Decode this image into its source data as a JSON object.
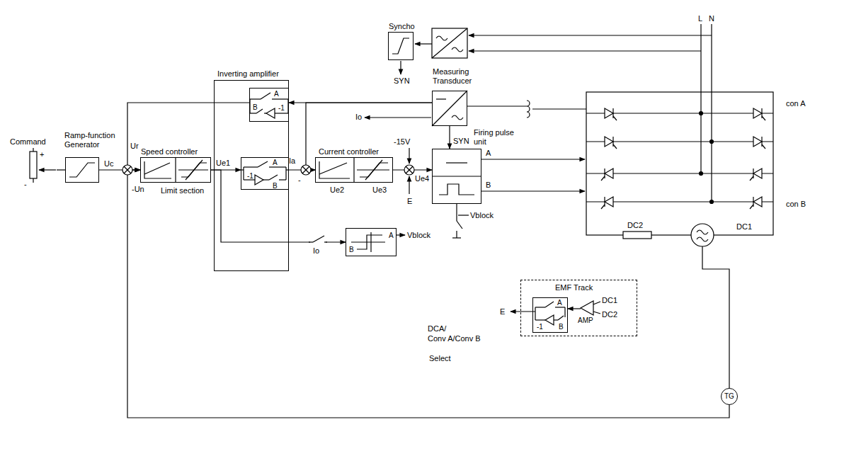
{
  "diagram": {
    "nodes": [
      {
        "text": [
          "Command"
        ]
      },
      {
        "text": [
          "Ramp-function Generator"
        ]
      },
      {
        "text": [
          "Speed controller",
          "Limit section"
        ]
      },
      {
        "text": [
          "Inverting amplifier"
        ]
      },
      {
        "text": [
          "A",
          "B",
          "-1"
        ],
        "in": 3
      },
      {
        "text": [
          "A",
          "-1",
          "B"
        ],
        "in": 3
      },
      {
        "text": [
          "Current controller"
        ]
      },
      {
        "text": [
          "Firing pulse unit"
        ]
      },
      {
        "text": [
          "Syncho"
        ]
      },
      {
        "text": [
          "Measuring Transducer"
        ]
      },
      {
        "text": [
          "A",
          "B"
        ]
      },
      {
        "text": [
          "EMF Track"
        ]
      },
      {
        "text": [
          "A",
          "-1",
          "B"
        ],
        "in": 11
      },
      {
        "text": [
          "AMP"
        ],
        "in": 11
      },
      {
        "text": [
          "TG"
        ]
      }
    ],
    "edges": [
      {
        "from": 0,
        "to": 1,
        "arrow": "none"
      },
      {
        "from": 1,
        "to": 2,
        "arrow": "to"
      },
      {
        "from": 4,
        "to": 2,
        "arrow": "to"
      },
      {
        "from": 14,
        "to": 2,
        "arrow": "to"
      },
      {
        "from": 2,
        "to": 5,
        "arrow": "to"
      },
      {
        "from": 2,
        "to": 10,
        "arrow": "to"
      },
      {
        "from": 9,
        "to": 4,
        "arrow": "to"
      },
      {
        "from": 9,
        "to": 6,
        "arrow": "to"
      },
      {
        "from": 5,
        "to": 6,
        "arrow": "to"
      },
      {
        "from": 6,
        "to": 7,
        "arrow": "to"
      },
      {
        "from": 13,
        "to": 12,
        "arrow": "to"
      },
      {
        "from": 9,
        "to": 7,
        "arrow": "to"
      }
    ],
    "labels": [
      "+",
      "-",
      "Uc",
      "Ur",
      "-Un",
      "Ue1",
      "Ia",
      "-",
      "Ue2",
      "Ue3",
      "-15V",
      "Ue4",
      "E",
      "SYN",
      "SYN",
      "Io",
      "A",
      "B",
      "L",
      "N",
      "con A",
      "con B",
      "DC2",
      "DC1",
      "Vblock",
      "Io",
      "Vblock",
      "E",
      "DC1",
      "DC2",
      "DCA/",
      "Conv A/Conv B",
      "Select"
    ]
  }
}
